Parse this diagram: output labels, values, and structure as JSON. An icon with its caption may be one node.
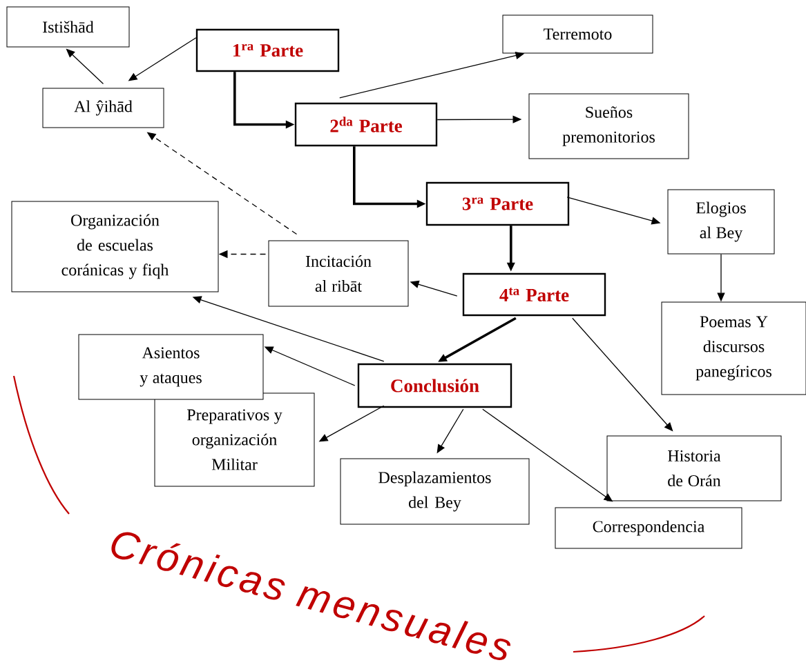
{
  "diagram": {
    "nodes": [
      {
        "text": [
          "Istišhād"
        ]
      },
      {
        "text": [
          "1$^{ra}$ Parte"
        ]
      },
      {
        "text": [
          "Al ŷihād"
        ]
      },
      {
        "text": [
          "Terremoto"
        ]
      },
      {
        "text": [
          "2$^{da}$ Parte"
        ]
      },
      {
        "text": [
          "Sueños premonitorios"
        ]
      },
      {
        "text": [
          "3$^{ra}$ Parte"
        ]
      },
      {
        "text": [
          "Elogios al Bey"
        ]
      },
      {
        "text": [
          "Organización de escuelas coránicas y fiqh"
        ]
      },
      {
        "text": [
          "Incitación al ribāt"
        ]
      },
      {
        "text": [
          "4$^{ta}$ Parte"
        ]
      },
      {
        "text": [
          "Poemas Y discursos panegíricos"
        ]
      },
      {
        "text": [
          "Asientos y ataques"
        ]
      },
      {
        "text": [
          "Conclusión"
        ]
      },
      {
        "text": [
          "Preparativos y organización Militar"
        ]
      },
      {
        "text": [
          "Historia de Orán"
        ]
      },
      {
        "text": [
          "Desplazamientos del Bey"
        ]
      },
      {
        "text": [
          "Correspondencia"
        ]
      }
    ],
    "edges": [
      {
        "from": 1,
        "to": 2,
        "arrow": "to"
      },
      {
        "from": 2,
        "to": 0,
        "arrow": "to"
      },
      {
        "from": 1,
        "to": 4,
        "arrow": "to",
        "style": "thick"
      },
      {
        "from": 4,
        "to": 3,
        "arrow": "to"
      },
      {
        "from": 4,
        "to": 5,
        "arrow": "to"
      },
      {
        "from": 4,
        "to": 6,
        "arrow": "to",
        "style": "thick"
      },
      {
        "from": 6,
        "to": 7,
        "arrow": "to"
      },
      {
        "from": 6,
        "to": 10,
        "arrow": "to",
        "style": "thick"
      },
      {
        "from": 7,
        "to": 11,
        "arrow": "to"
      },
      {
        "from": 9,
        "to": 2,
        "arrow": "to",
        "style": "dashed"
      },
      {
        "from": 9,
        "to": 8,
        "arrow": "to",
        "style": "dashed"
      },
      {
        "from": 10,
        "to": 9,
        "arrow": "to"
      },
      {
        "from": 10,
        "to": 13,
        "arrow": "to",
        "style": "thick"
      },
      {
        "from": 10,
        "to": 15,
        "arrow": "to"
      },
      {
        "from": 13,
        "to": 8,
        "arrow": "to"
      },
      {
        "from": 13,
        "to": 12,
        "arrow": "to"
      },
      {
        "from": 13,
        "to": 14,
        "arrow": "to"
      },
      {
        "from": 13,
        "to": 16,
        "arrow": "to"
      },
      {
        "from": 13,
        "to": 17,
        "arrow": "to"
      }
    ],
    "labels": [
      "Crónicas mensuales"
    ]
  }
}
